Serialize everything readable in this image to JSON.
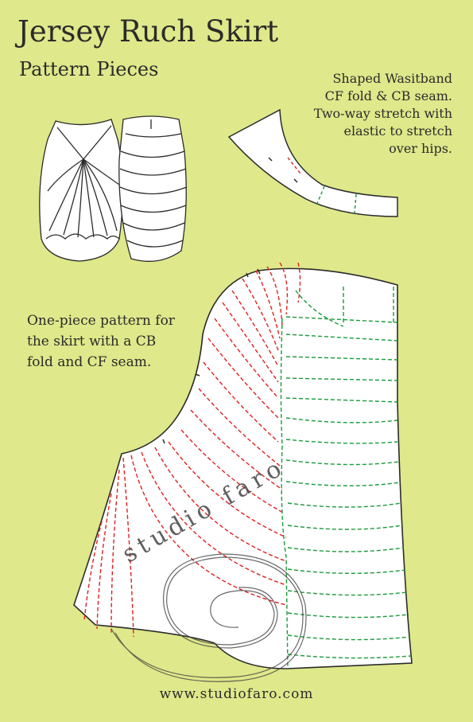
{
  "header": {
    "title": "Jersey Ruch Skirt",
    "subtitle": "Pattern Pieces"
  },
  "notes": {
    "waistband_lines": [
      "Shaped Wasitband",
      "CF fold & CB seam.",
      "Two-way stretch with",
      "elastic to stretch",
      "over hips."
    ],
    "skirt_lines": [
      "One-piece pattern for",
      "the skirt with a CB",
      "fold and CF seam."
    ]
  },
  "logo": {
    "text": "studio faro"
  },
  "footer": {
    "website": "www.studiofaro.com"
  },
  "colors": {
    "background": "#dfe88a",
    "pattern_fill": "#ffffff",
    "outline": "#2b2b2b",
    "red_dashed": "#e02020",
    "green_dashed": "#1a9a3a"
  }
}
